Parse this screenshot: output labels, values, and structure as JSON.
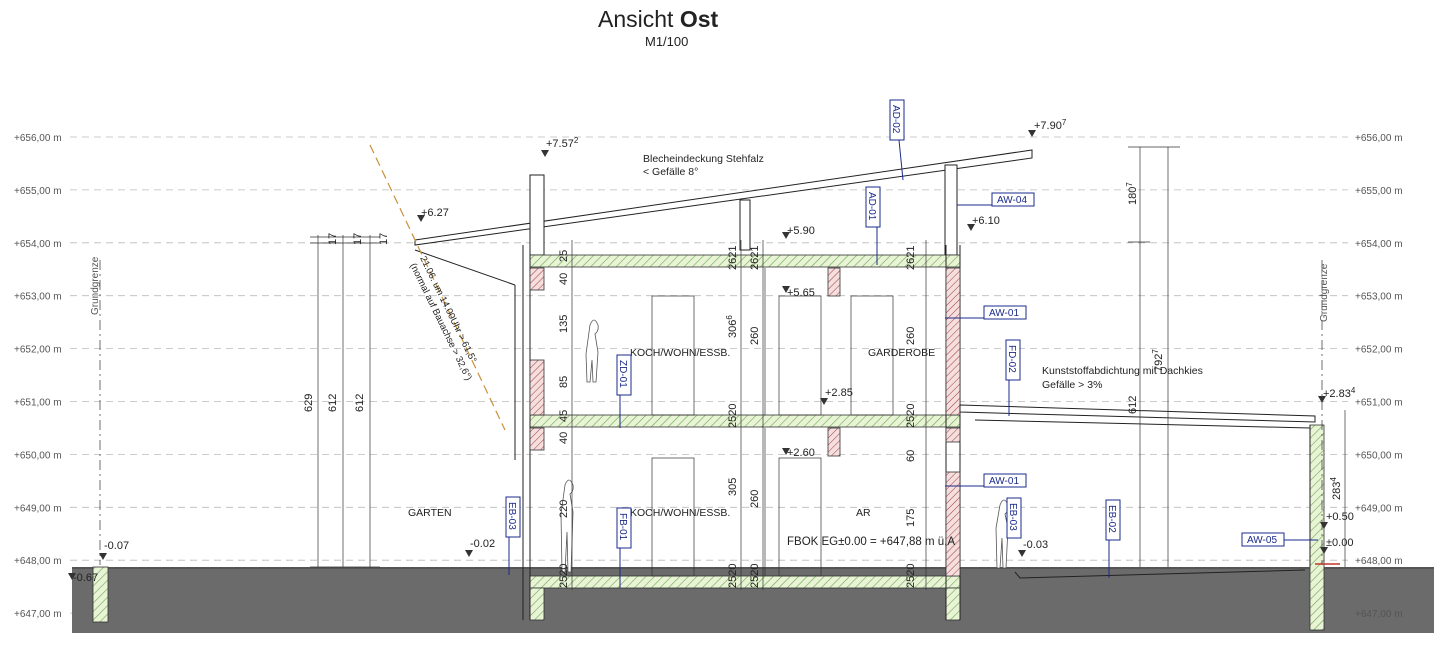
{
  "title": {
    "main": "Ansicht",
    "bold": "Ost",
    "scale": "M1/100"
  },
  "levels": [
    {
      "label": "+656,00 m",
      "value": 656
    },
    {
      "label": "+655,00 m",
      "value": 655
    },
    {
      "label": "+654,00 m",
      "value": 654
    },
    {
      "label": "+653,00 m",
      "value": 653
    },
    {
      "label": "+652,00 m",
      "value": 652
    },
    {
      "label": "+651,00 m",
      "value": 651
    },
    {
      "label": "+650,00 m",
      "value": 650
    },
    {
      "label": "+649,00 m",
      "value": 649
    },
    {
      "label": "+648,00 m",
      "value": 648
    },
    {
      "label": "+647,00 m",
      "value": 647
    }
  ],
  "boundary": {
    "left": "Grundgrenze",
    "right": "Grundgrenze"
  },
  "notes": {
    "roof": "Blecheindeckung Stehfalz",
    "roof_slope": "< Gefälle 8°",
    "flat_roof": "Kunststoffabdichtung mit Dachkies",
    "flat_roof_slope": "Gefälle > 3%",
    "sun_angle_1": "21.06. um 14.00Uhr > 61,5°",
    "sun_angle_2": "(normal auf Bauachse > 32,6°)",
    "fbok": "FBOK EG±0.00 = +647,88 m ü.A"
  },
  "rooms": {
    "og_kitchen": "KOCH/WOHN/ESSB.",
    "og_wardrobe": "GARDEROBE",
    "eg_kitchen": "KOCH/WOHN/ESSB.",
    "eg_ar": "AR",
    "garden": "GARTEN"
  },
  "elevations": {
    "e757": "+7.57",
    "e757s": "2",
    "e790": "+7.90",
    "e790s": "7",
    "e627": "+6.27",
    "e610": "+6.10",
    "e590": "+5.90",
    "e565": "+5.65",
    "e285": "+2.85",
    "e283": "+2.83",
    "e283s": "4",
    "e260": "+2.60",
    "m007": "-0.07",
    "m067": "-0.67",
    "m002": "-0.02",
    "m003": "-0.03",
    "p050": "+0.50",
    "p000": "±0.00"
  },
  "tags": {
    "ad02": "AD-02",
    "ad01": "AD-01",
    "aw04": "AW-04",
    "aw01a": "AW-01",
    "aw01b": "AW-01",
    "fd02": "FD-02",
    "zd01": "ZD-01",
    "eb03a": "EB-03",
    "eb03b": "EB-03",
    "fb01": "FB-01",
    "eb02": "EB-02",
    "aw05": "AW-05"
  },
  "dims": {
    "d629": "629",
    "d612a": "612",
    "d612b": "612",
    "d17a": "17",
    "d17b": "17",
    "d17c": "17",
    "d40a": "40",
    "d25a": "25",
    "d135": "135",
    "d85": "85",
    "d45": "45",
    "d40b": "40",
    "d220": "220",
    "d2520a": "2520",
    "d3066": "306",
    "d3066s": "6",
    "d260a": "260",
    "d2520b": "2520",
    "d305": "305",
    "d260b": "260",
    "d2520c": "2520",
    "d2520d": "2520",
    "d2621a": "2621",
    "d2621b": "2621",
    "d260c": "260",
    "d2520e": "2520",
    "d60": "60",
    "d175": "175",
    "d2520f": "2520",
    "d2621c": "2621",
    "d180": "180",
    "d180s": "7",
    "d792": "792",
    "d792s": "7",
    "d612c": "612",
    "d283": "283",
    "d283s": "4"
  }
}
